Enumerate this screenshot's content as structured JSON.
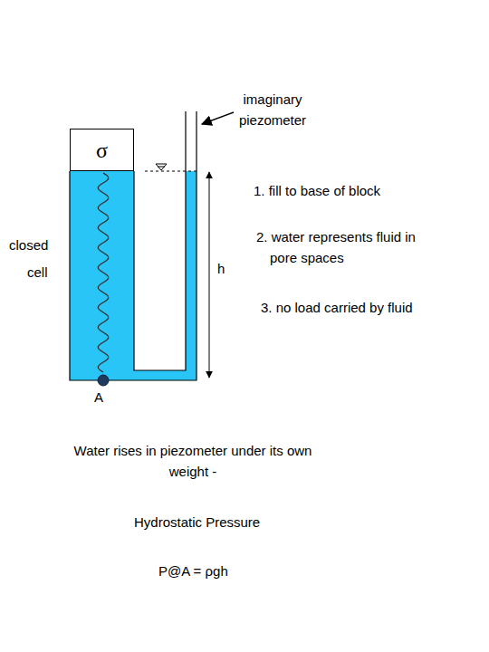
{
  "diagram": {
    "nodes": [
      {
        "text": [
          "σ"
        ]
      }
    ],
    "labels": [
      "imaginary piezometer",
      "1. fill to base of block",
      "closed",
      "cell",
      "h",
      "2. water represents fluid in pore spaces",
      "3. no load carried by fluid",
      "A",
      "Water rises in piezometer under its own weight -",
      "Hydrostatic Pressure",
      "P@A = ρgh"
    ]
  }
}
